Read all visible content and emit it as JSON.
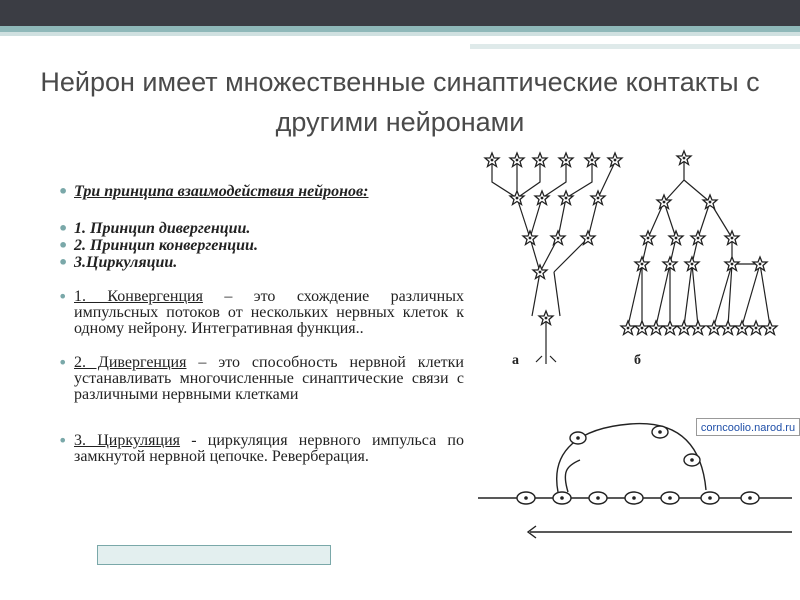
{
  "title": "Нейрон имеет множественные синаптические контакты с другими нейронами",
  "bullets": {
    "heading": "Три принципа взаимодействия нейронов:",
    "principles": [
      "1. Принцип дивергенции.",
      "2. Принцип конвергенции.",
      "3.Циркуляции."
    ],
    "paragraphs": [
      {
        "term": "1. Конвергенция",
        "text": " – это схождение различных импульсных потоков от нескольких нервных клеток к одному нейрону. Интегративная функция.."
      },
      {
        "term": "2. Дивергенция",
        "text": " – это способность нервной клетки устанавливать многочисленные синаптические связи с различными нервными клетками"
      },
      {
        "term": "3. Циркуляция",
        "text": " - циркуляция нервного импульса по замкнутой нервной цепочке. Реверберация."
      }
    ]
  },
  "figure": {
    "label_a": "а",
    "label_b": "б",
    "watermark": "corncoolio.narod.ru"
  },
  "colors": {
    "topbar": "#3b3d44",
    "accent": "#8fb8b9",
    "bullet": "#7aa8a9"
  }
}
